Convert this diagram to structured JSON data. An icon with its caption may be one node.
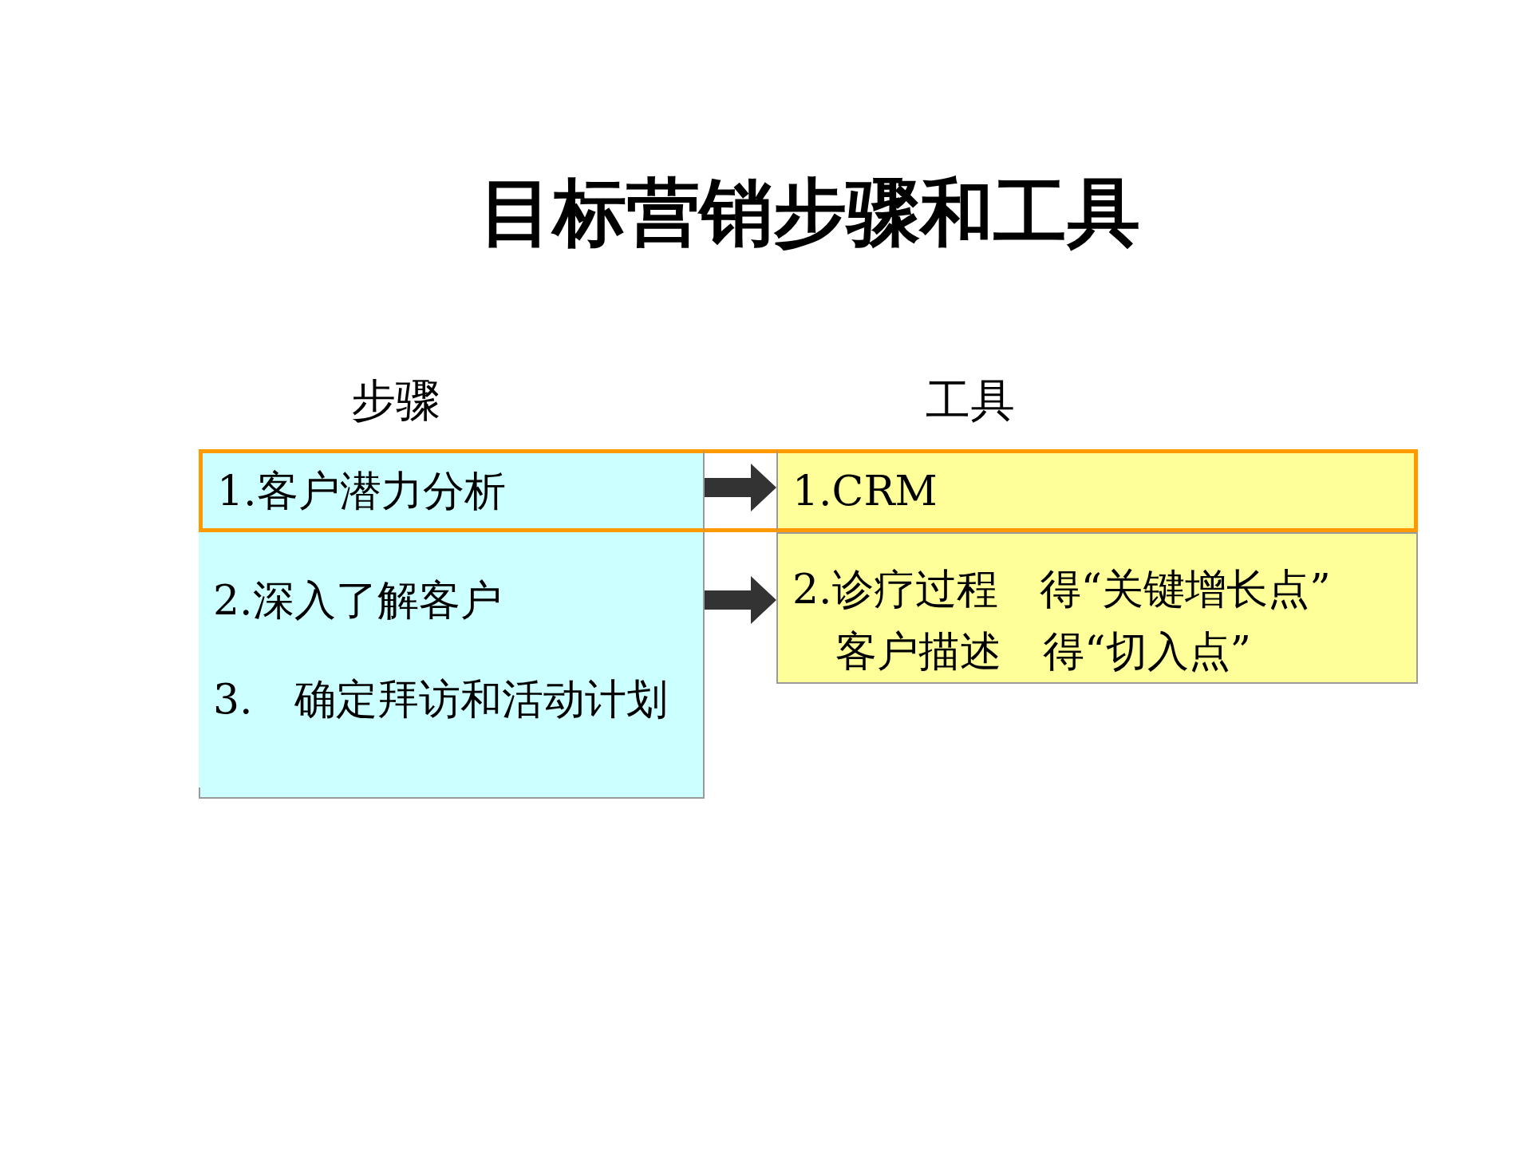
{
  "diagram": {
    "title": "目标营销步骤和工具",
    "nodes": [
      {
        "text": [
          "1.客户潜力分析"
        ]
      },
      {
        "text": [
          "2.深入了解客户"
        ]
      },
      {
        "text": [
          "3.　确定拜访和活动计划"
        ]
      },
      {
        "text": [
          "1.CRM"
        ]
      },
      {
        "text": [
          "2.诊疗过程　得“关键增长点”",
          "客户描述　得“切入点”"
        ]
      }
    ],
    "edges": [
      {
        "from": 0,
        "to": 3,
        "arrow": "to"
      },
      {
        "from": 1,
        "to": 4,
        "arrow": "to"
      }
    ],
    "labels": [
      "步骤",
      "工具"
    ]
  }
}
